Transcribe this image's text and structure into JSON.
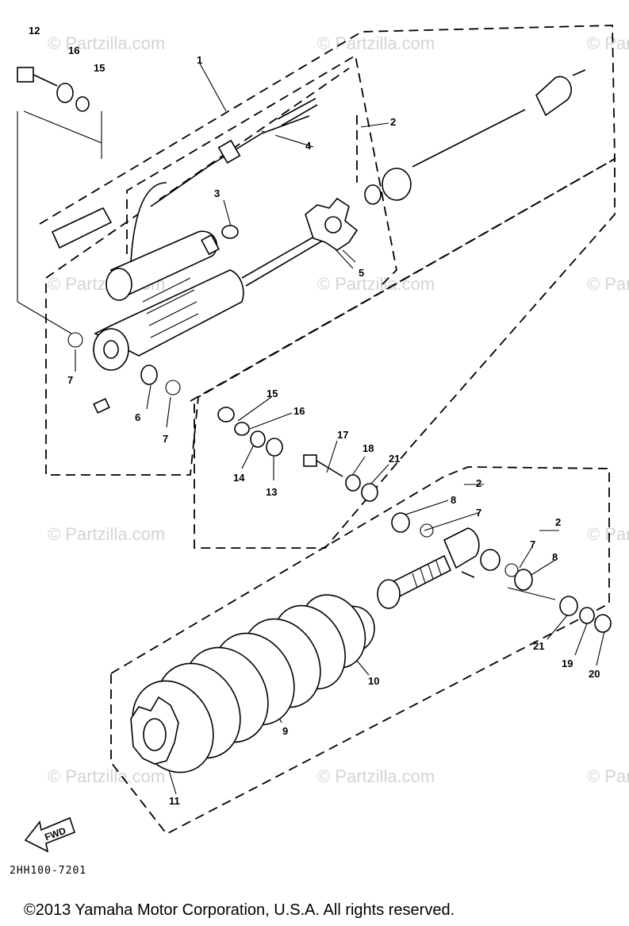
{
  "watermark_text": "© Partzilla.com",
  "diagram_code": "2HH100-7201",
  "copyright": "©2013 Yamaha Motor Corporation, U.S.A. All rights reserved.",
  "direction_label": "FWD",
  "callouts": {
    "c1": "1",
    "c2a": "2",
    "c2b": "2",
    "c2c": "2",
    "c3": "3",
    "c4": "4",
    "c5": "5",
    "c6": "6",
    "c7a": "7",
    "c7b": "7",
    "c7c": "7",
    "c7d": "7",
    "c8a": "8",
    "c8b": "8",
    "c9": "9",
    "c10": "10",
    "c11": "11",
    "c12": "12",
    "c13": "13",
    "c14": "14",
    "c15a": "15",
    "c15b": "15",
    "c16a": "16",
    "c16b": "16",
    "c17": "17",
    "c18": "18",
    "c19": "19",
    "c20": "20",
    "c21a": "21",
    "c21b": "21"
  }
}
